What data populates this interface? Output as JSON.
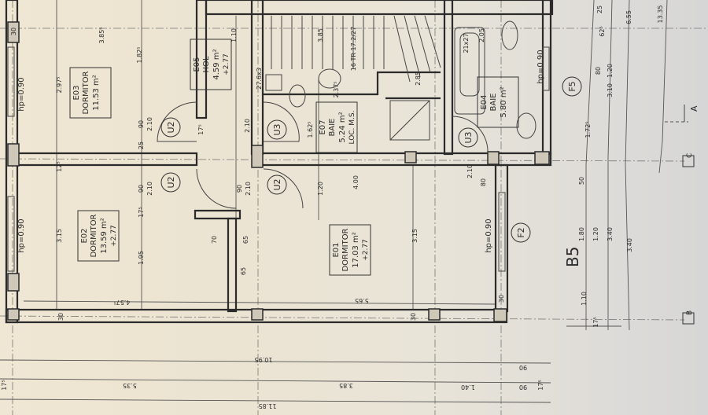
{
  "rooms": [
    {
      "code": "E03",
      "name": "DORMITOR",
      "area": "11.53 m²",
      "level": ""
    },
    {
      "code": "E02",
      "name": "DORMITOR",
      "area": "13.59 m²",
      "level": "+2.77"
    },
    {
      "code": "E01",
      "name": "DORMITOR",
      "area": "17.03 m²",
      "level": "+2.77"
    },
    {
      "code": "E05",
      "name": "HOL",
      "area": "4.59 m²",
      "level": "+2.77"
    },
    {
      "code": "E07",
      "name": "BAIE",
      "area": "5.24 m²",
      "level": "LOC. M.S."
    },
    {
      "code": "E04",
      "name": "BAIE",
      "area": "5.80 m²",
      "level": ""
    }
  ],
  "tags": [
    "U2",
    "U2",
    "U2",
    "U3",
    "U3",
    "F5",
    "F2"
  ],
  "sill_heights": [
    "hp=0.90",
    "hp=0.90",
    "hp=0.90",
    "hp=0.90"
  ],
  "axis_markers": [
    "B",
    "C"
  ],
  "section_marker": "A",
  "handwritten": "B5",
  "dimensions": {
    "interior": [
      "2.97⁵",
      "3.15",
      "1.95",
      "12⁵",
      "90",
      "2.10",
      "90",
      "2.10",
      "25",
      "17⁵",
      "3.85⁵",
      "1.82⁵",
      "1.10",
      "2.10",
      "90",
      "2.10",
      "70",
      "65",
      "1.20",
      "3.15",
      "4.00",
      "1.62⁵",
      "2.37⁵",
      "3.85",
      "16 TR 17.2/27",
      "2.85",
      "2.05",
      "80",
      "2.10",
      "27.6x3",
      "30",
      "30",
      "17⁵",
      "65",
      "21x27"
    ],
    "bottom": [
      "4.57⁵",
      "5.65",
      "30",
      "30",
      "10.95",
      "90",
      "17⁵",
      "5.35",
      "3.85",
      "1.40",
      "90",
      "17⁵",
      "11.85"
    ],
    "right": [
      "25",
      "62⁵",
      "80",
      "1.20",
      "3.10",
      "6.55",
      "13.35",
      "1.72⁵",
      "50",
      "1.80",
      "1.20",
      "3.40",
      "3.40",
      "1.10",
      "17⁵"
    ]
  },
  "colors": {
    "paper": "#ece4d2",
    "ink": "#2b2b2b"
  }
}
